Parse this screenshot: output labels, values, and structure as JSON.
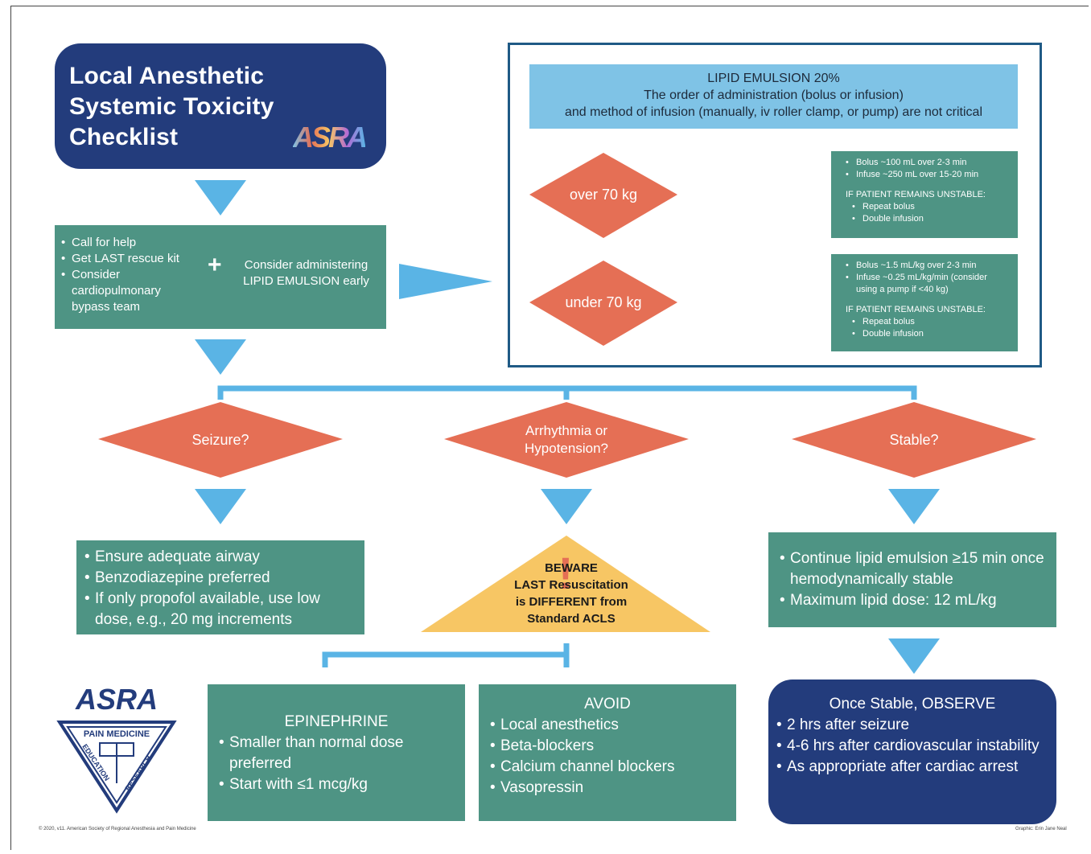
{
  "title": {
    "lines": [
      "Local Anesthetic",
      "Systemic Toxicity",
      "Checklist"
    ],
    "logo_text": "ASRA"
  },
  "colors": {
    "teal": "#4e9484",
    "navy": "#233c7c",
    "coral": "#e56f55",
    "arrow_blue": "#5ab4e5",
    "light_blue": "#7fc3e6",
    "yellow": "#f7c664",
    "frame_blue": "#1f5a85"
  },
  "initial_steps": {
    "items": [
      "Call for help",
      "Get LAST rescue kit",
      "Consider cardiopulmonary bypass team"
    ],
    "plus": "+",
    "lipid_note": "Consider administering LIPID EMULSION early"
  },
  "lipid": {
    "header_line1": "LIPID EMULSION 20%",
    "header_line2": "The order of administration (bolus or infusion)",
    "header_line3": "and method of infusion (manually, iv roller clamp, or pump) are not critical",
    "over_label": "over 70 kg",
    "under_label": "under 70 kg",
    "over_dose": [
      "Bolus ~100 mL over 2-3 min",
      "Infuse ~250 mL over 15-20 min"
    ],
    "under_dose": [
      "Bolus ~1.5 mL/kg over 2-3 min",
      "Infuse ~0.25 mL/kg/min (consider using a pump if <40 kg)"
    ],
    "unstable_heading": "IF PATIENT REMAINS UNSTABLE:",
    "unstable_items": [
      "Repeat bolus",
      "Double infusion"
    ]
  },
  "decisions": {
    "seizure": "Seizure?",
    "arrhythmia_line1": "Arrhythmia or",
    "arrhythmia_line2": "Hypotension?",
    "stable": "Stable?"
  },
  "seizure_actions": [
    "Ensure adequate airway",
    "Benzodiazepine preferred",
    "If only propofol available, use low dose, e.g., 20 mg increments"
  ],
  "beware": {
    "mark": "!",
    "line1": "BEWARE",
    "line2": "LAST Resuscitation",
    "line3": "is DIFFERENT from",
    "line4": "Standard ACLS"
  },
  "stable_actions": [
    "Continue lipid emulsion ≥15 min once hemodynamically stable",
    "Maximum lipid dose: 12 mL/kg"
  ],
  "epinephrine": {
    "heading": "EPINEPHRINE",
    "items": [
      "Smaller than normal dose preferred",
      "Start with ≤1 mcg/kg"
    ]
  },
  "avoid": {
    "heading": "AVOID",
    "items": [
      "Local anesthetics",
      "Beta-blockers",
      "Calcium channel blockers",
      "Vasopressin"
    ]
  },
  "observe": {
    "heading": "Once Stable, OBSERVE",
    "items": [
      "2 hrs after seizure",
      "4-6 hrs after cardiovascular instability",
      "As appropriate after cardiac arrest"
    ]
  },
  "badge": {
    "top": "ASRA",
    "line1": "PAIN MEDICINE",
    "left": "EDUCATION",
    "right": "RESEARCH"
  },
  "footer": {
    "left": "© 2020, v11. American Society of Regional Anesthesia and Pain Medicine",
    "right": "Graphic: Erin Jane Neal"
  }
}
